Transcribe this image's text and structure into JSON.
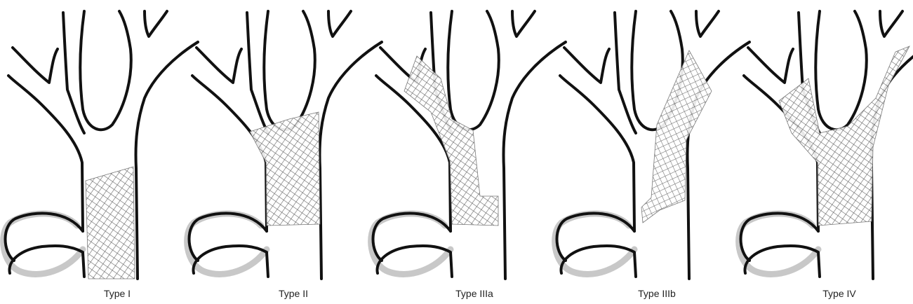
{
  "panels": [
    {
      "label": "Type I"
    },
    {
      "label": "Type II"
    },
    {
      "label": "Type IIIa"
    },
    {
      "label": "Type IIIb"
    },
    {
      "label": "Type IV"
    }
  ]
}
